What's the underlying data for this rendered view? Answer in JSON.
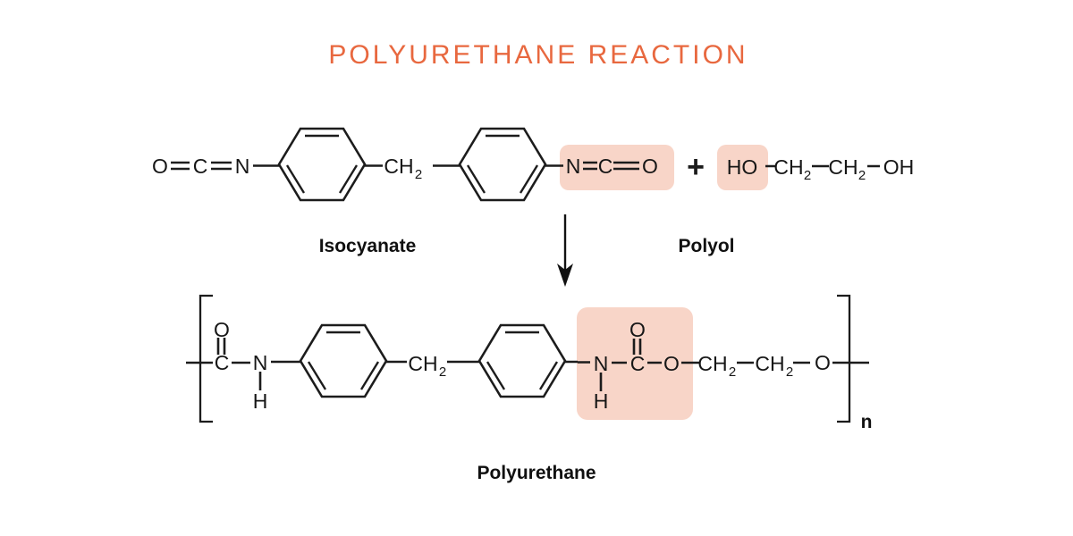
{
  "title": "POLYURETHANE REACTION",
  "colors": {
    "accent": "#E8683F",
    "highlight_bg": "#F8D5C8",
    "highlight_ink": "#4E2318",
    "ink": "#161616"
  },
  "labels": {
    "isocyanate": "Isocyanate",
    "polyol": "Polyol",
    "polyurethane": "Polyurethane",
    "plus_sign": "+",
    "repeat_subscript": "n"
  },
  "atoms": {
    "iso": {
      "o1": "O",
      "c1": "C",
      "n1": "N",
      "ch": "CH",
      "ch_sub": "2",
      "n2": "N",
      "c2": "C",
      "o2": "O"
    },
    "polyol": {
      "ho": "HO",
      "ch_a": "CH",
      "ch_a_sub": "2",
      "ch_b": "CH",
      "ch_b_sub": "2",
      "oh": "OH"
    },
    "pu": {
      "c1": "C",
      "o1": "O",
      "n1": "N",
      "h1": "H",
      "ch": "CH",
      "ch_sub": "2",
      "n2": "N",
      "h2": "H",
      "c2": "C",
      "o2": "O",
      "o3": "O",
      "ch_a": "CH",
      "ch_a_sub": "2",
      "ch_b": "CH",
      "ch_b_sub": "2",
      "o4": "O"
    }
  }
}
